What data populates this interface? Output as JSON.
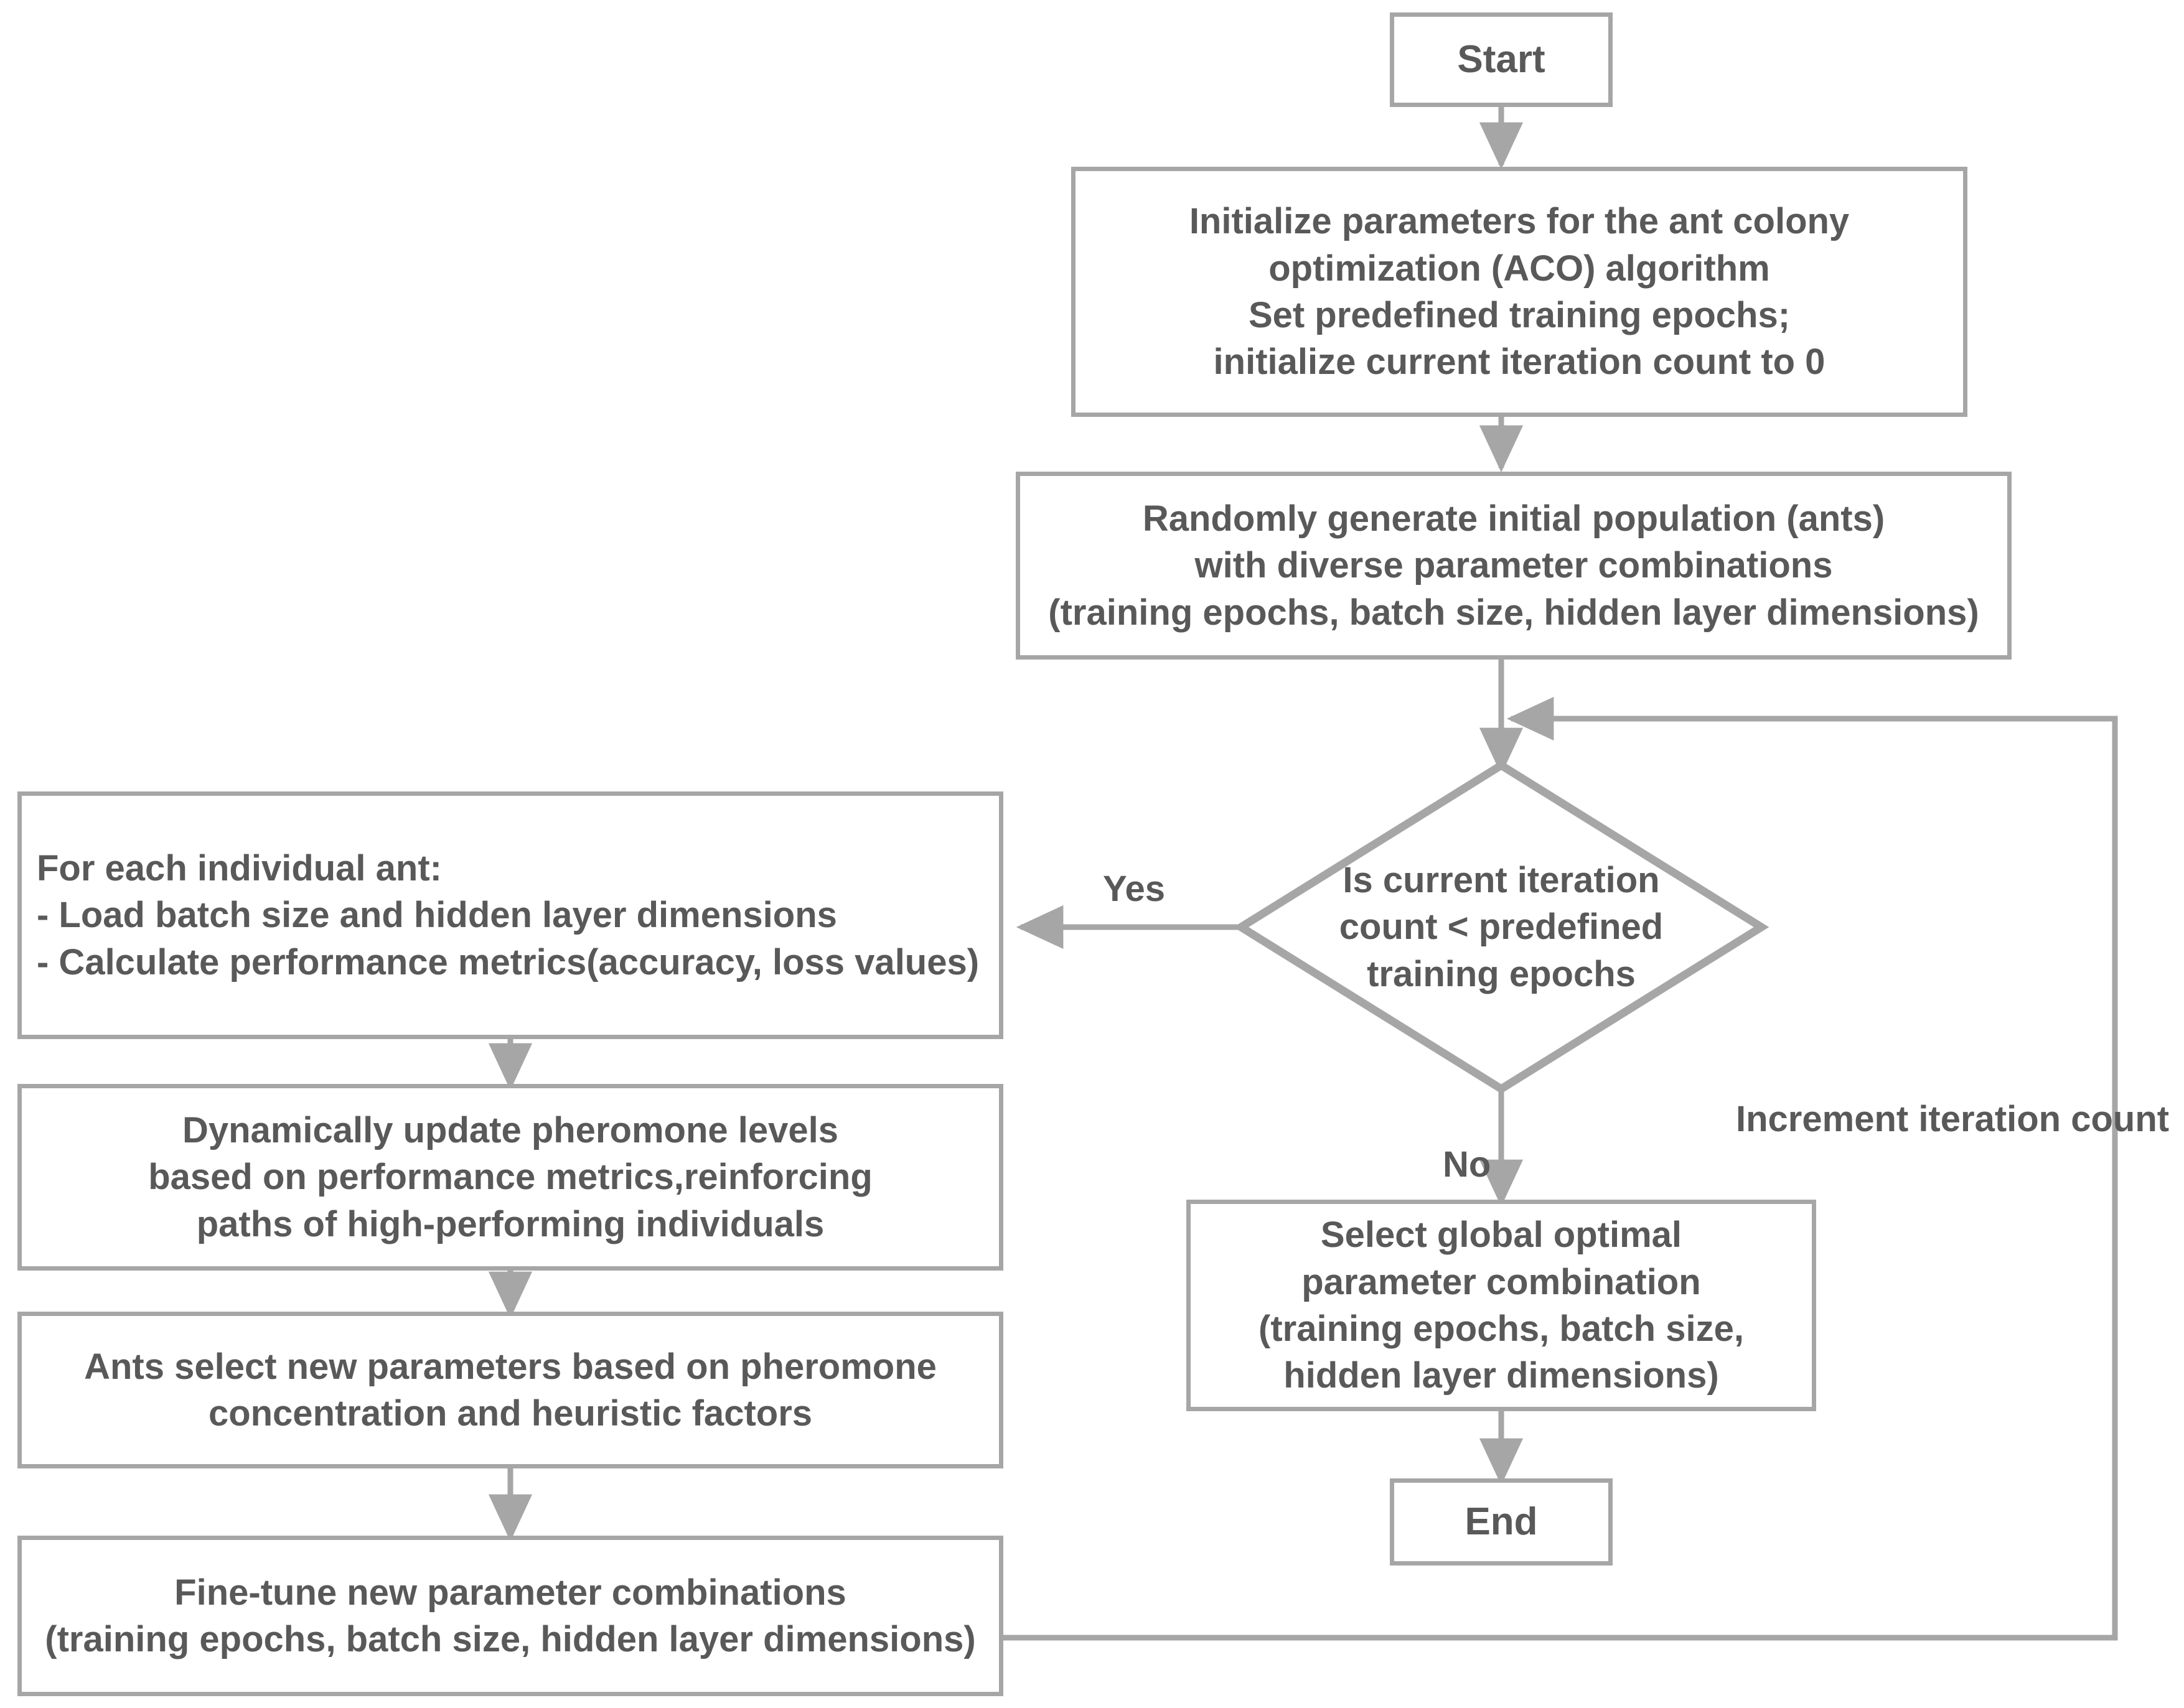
{
  "diagram": {
    "type": "flowchart",
    "title": "Ant Colony Optimization (ACO) hyperparameter tuning flowchart",
    "colors": {
      "line": "#a6a6a6",
      "text": "#595959",
      "background": "#ffffff"
    },
    "nodes": {
      "start": {
        "label": "Start",
        "shape": "rectangle"
      },
      "initialize": {
        "label": "Initialize parameters for the ant colony\noptimization (ACO) algorithm\nSet predefined training epochs;\ninitialize current iteration count to 0",
        "shape": "rectangle"
      },
      "generate_population": {
        "label": "Randomly generate initial population (ants)\nwith diverse parameter combinations\n(training epochs, batch size, hidden layer dimensions)",
        "shape": "rectangle"
      },
      "decision": {
        "label": "Is current iteration\ncount <  predefined\ntraining epochs",
        "shape": "diamond"
      },
      "for_each_ant": {
        "label": "For each individual ant:\n- Load batch size and hidden layer dimensions\n- Calculate performance metrics(accuracy, loss values)",
        "shape": "rectangle"
      },
      "update_pheromone": {
        "label": "Dynamically update pheromone levels\nbased on performance metrics,reinforcing\npaths of high-performing individuals",
        "shape": "rectangle"
      },
      "select_new_params": {
        "label": "Ants select new parameters based on pheromone\nconcentration and heuristic factors",
        "shape": "rectangle"
      },
      "fine_tune": {
        "label": "Fine-tune new parameter combinations\n(training epochs, batch size, hidden layer dimensions)",
        "shape": "rectangle"
      },
      "select_global_optimal": {
        "label": "Select global optimal\nparameter combination\n(training epochs, batch size,\nhidden layer dimensions)",
        "shape": "rectangle"
      },
      "end": {
        "label": "End",
        "shape": "rectangle"
      }
    },
    "edge_labels": {
      "yes": "Yes",
      "no": "No",
      "increment": "Increment iteration count"
    }
  }
}
